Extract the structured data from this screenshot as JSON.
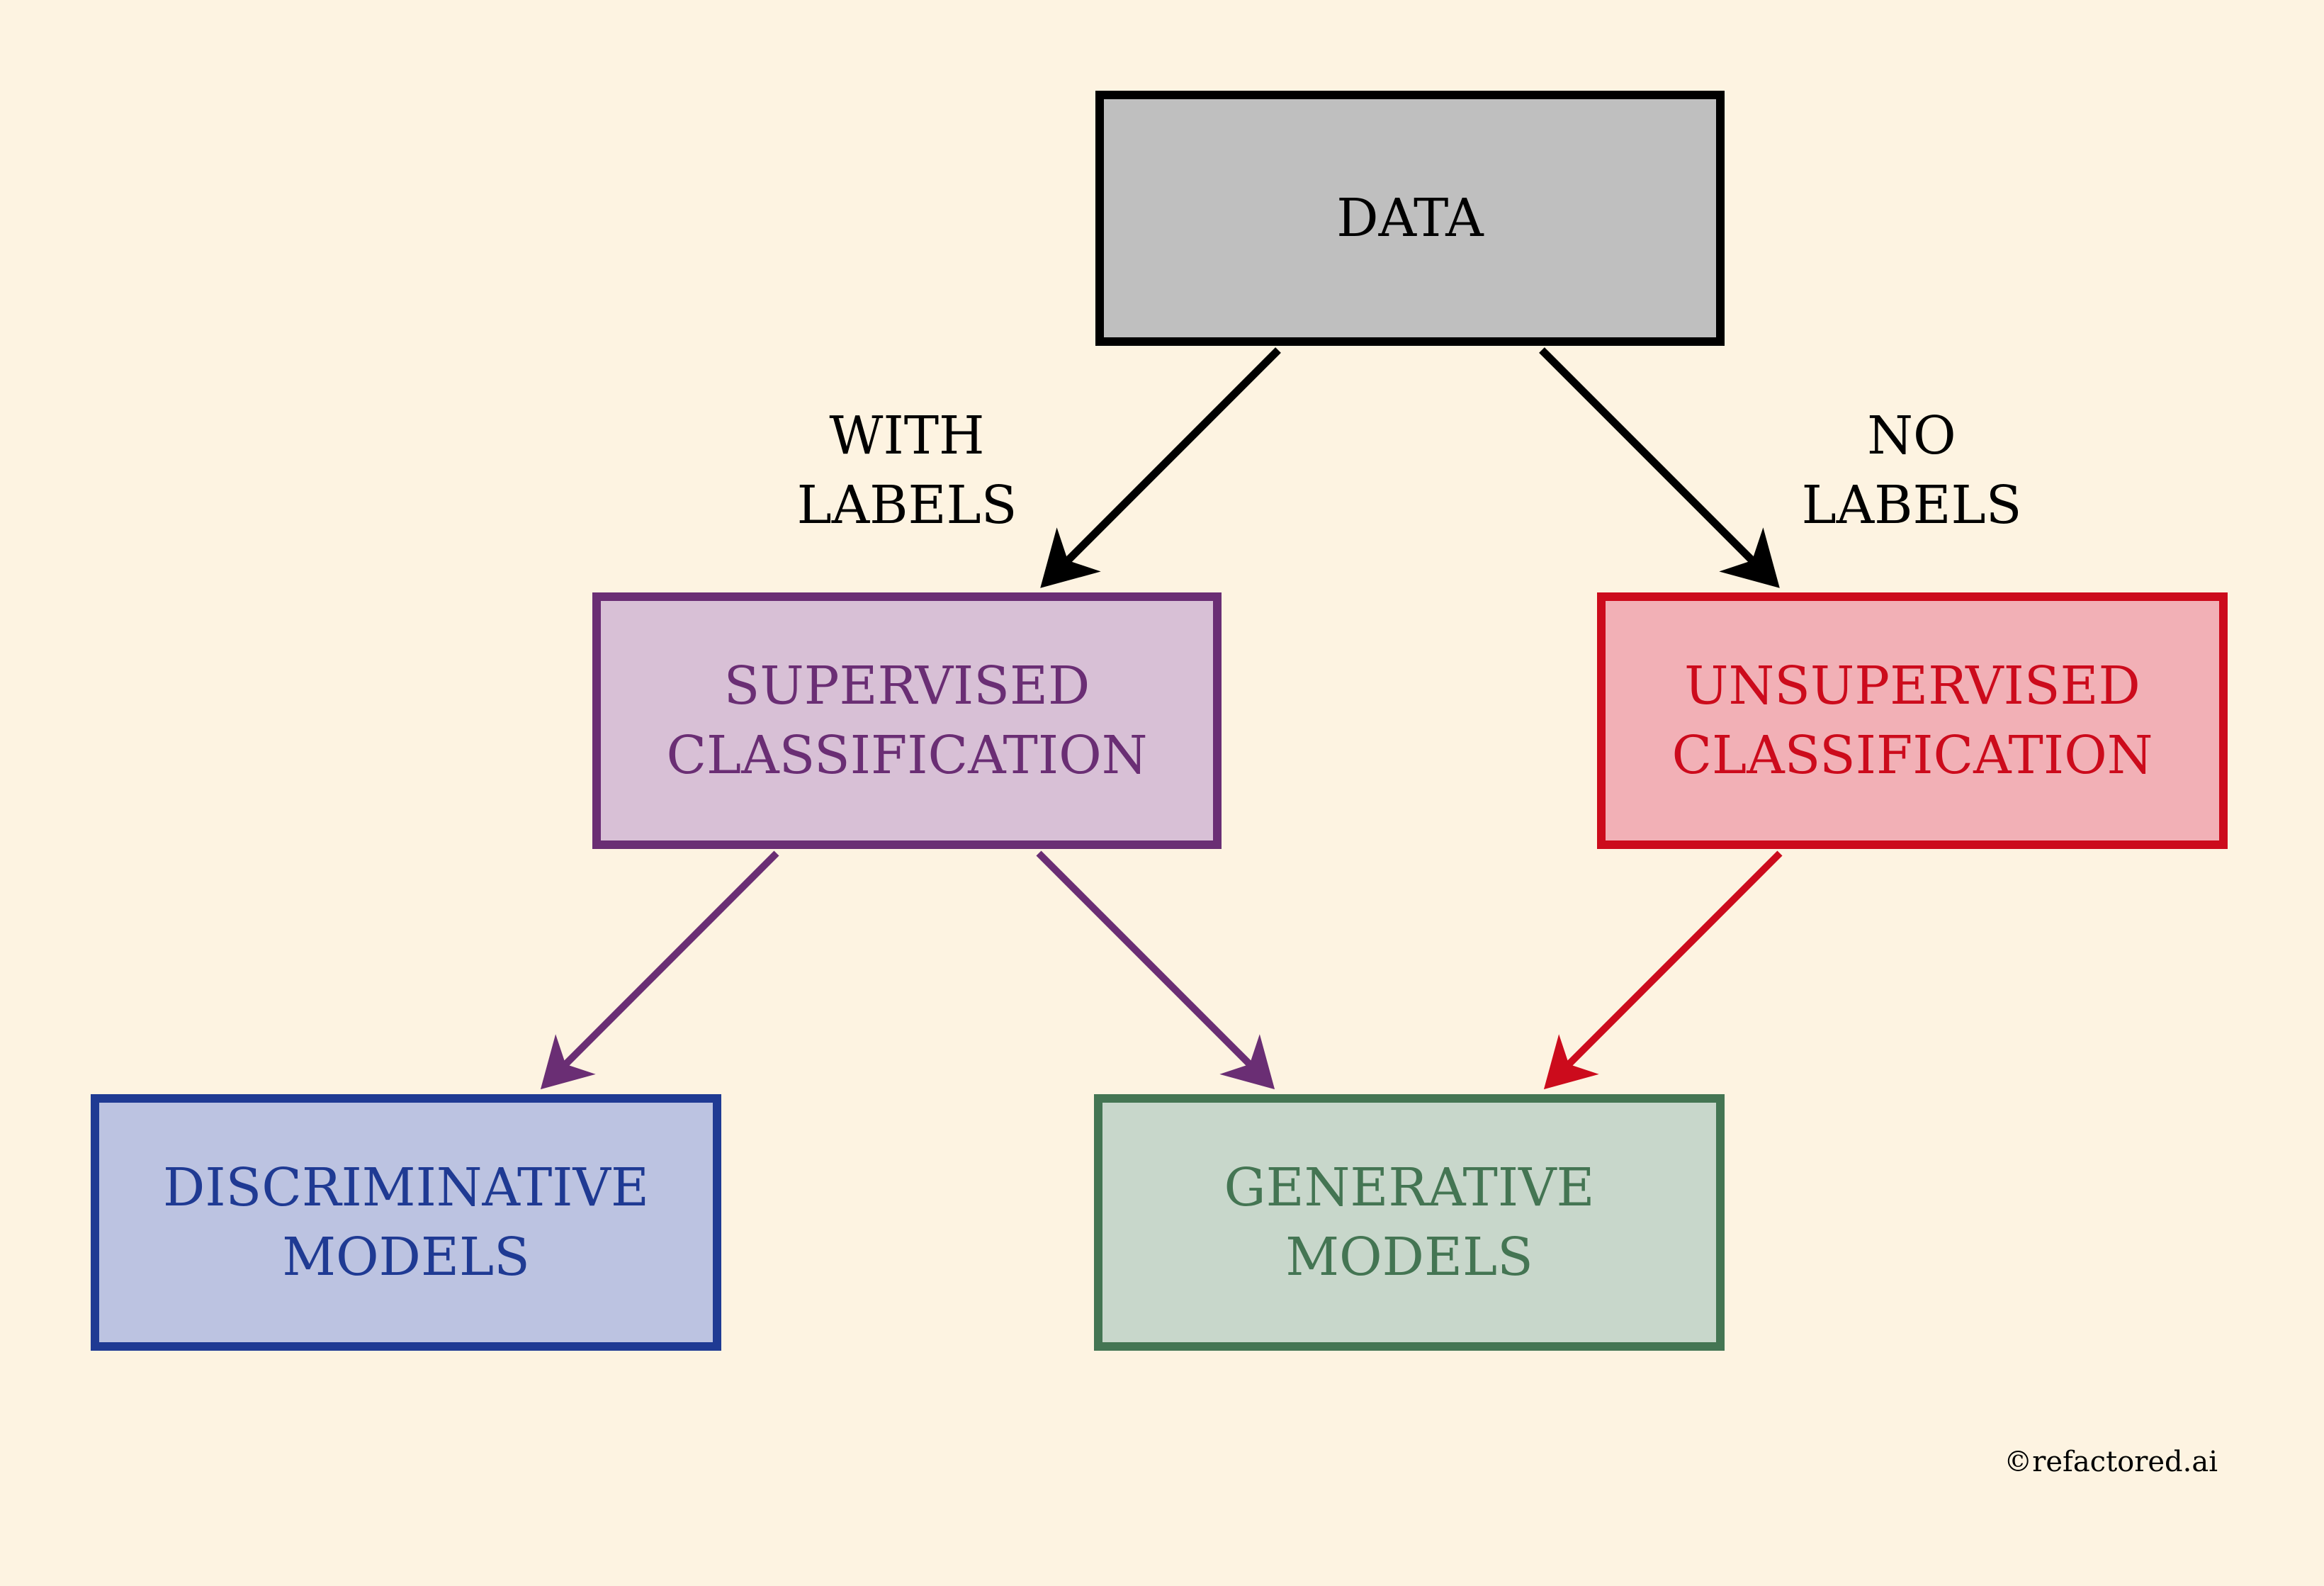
{
  "diagram": {
    "nodes": {
      "data": {
        "lines": [
          "DATA"
        ],
        "color": "#000000",
        "fill": "#bfbfbf"
      },
      "supervised": {
        "lines": [
          "SUPERVISED",
          "CLASSIFICATION"
        ],
        "color": "#6a2e74",
        "fill": "#d8c0d6"
      },
      "unsupervised": {
        "lines": [
          "UNSUPERVISED",
          "CLASSIFICATION"
        ],
        "color": "#cc0b1c",
        "fill": "#f2b0b6"
      },
      "discriminative": {
        "lines": [
          "DISCRIMINATIVE",
          "MODELS"
        ],
        "color": "#1f3a93",
        "fill": "#bcc3e1"
      },
      "generative": {
        "lines": [
          "GENERATIVE",
          "MODELS"
        ],
        "color": "#447553",
        "fill": "#c8d7cb"
      }
    },
    "edge_labels": {
      "with_labels": [
        "WITH",
        "LABELS"
      ],
      "no_labels": [
        "NO",
        "LABELS"
      ]
    },
    "edges": [
      {
        "from": "DATA",
        "to": "SUPERVISED CLASSIFICATION",
        "color": "#000000"
      },
      {
        "from": "DATA",
        "to": "UNSUPERVISED CLASSIFICATION",
        "color": "#000000"
      },
      {
        "from": "SUPERVISED CLASSIFICATION",
        "to": "DISCRIMINATIVE MODELS",
        "color": "#6a2e74"
      },
      {
        "from": "SUPERVISED CLASSIFICATION",
        "to": "GENERATIVE MODELS",
        "color": "#6a2e74"
      },
      {
        "from": "UNSUPERVISED CLASSIFICATION",
        "to": "GENERATIVE MODELS",
        "color": "#cc0b1c"
      }
    ]
  },
  "footer": {
    "copyright": "©refactored.ai"
  },
  "colors": {
    "background": "#fdf3e1"
  }
}
